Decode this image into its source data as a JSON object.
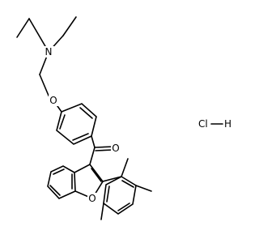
{
  "structure": {
    "atoms": {
      "nitrogen": "N",
      "ether_oxygen": "O",
      "carbonyl_oxygen": "O",
      "furan_oxygen": "O"
    },
    "salt": {
      "chlorine": "Cl",
      "hydrogen": "H"
    },
    "colors": {
      "bond": "#000000",
      "text": "#000000",
      "background": "#ffffff"
    }
  }
}
